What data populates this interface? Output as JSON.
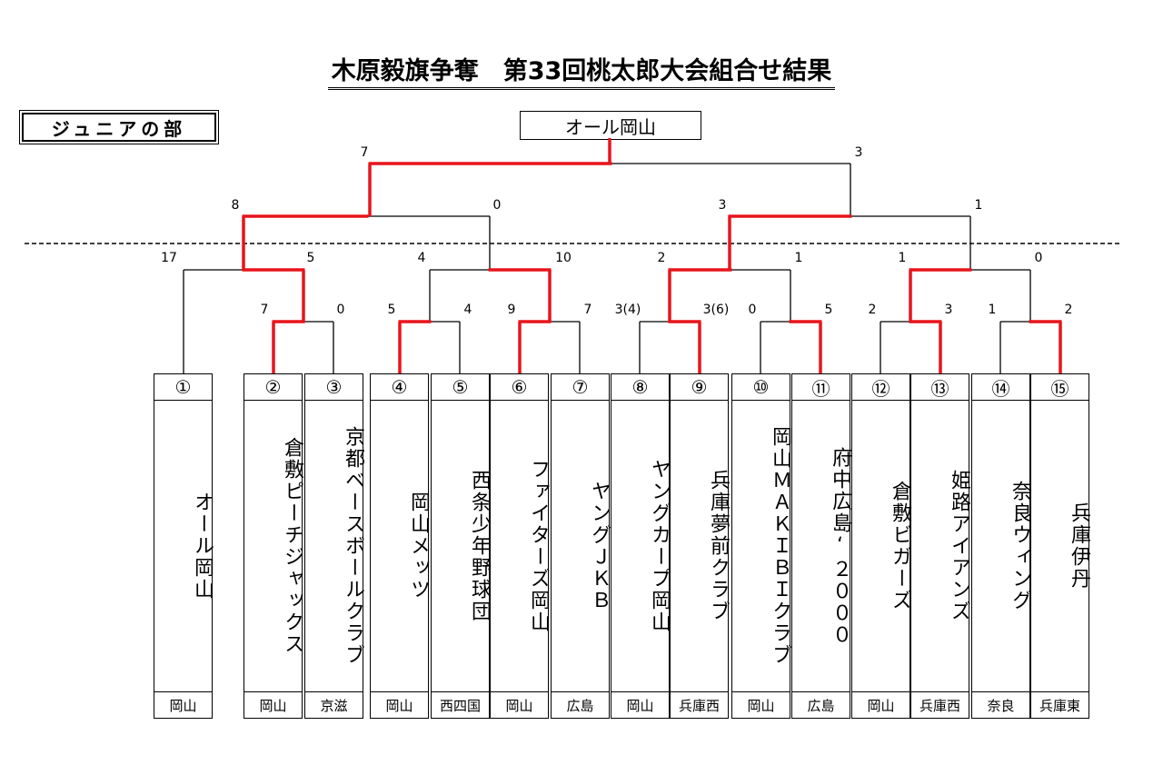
{
  "title": "木原毅旗争奪　第33回桃太郎大会組合せ結果",
  "division": "ジュニアの部",
  "champion": "オール岡山",
  "teams": [
    {
      "num": "①",
      "name": "オール岡山",
      "region": "岡山"
    },
    {
      "num": "②",
      "name": "倉敷ピーチジャックス",
      "region": "岡山"
    },
    {
      "num": "③",
      "name": "京都ベースボールクラブ",
      "region": "京滋"
    },
    {
      "num": "④",
      "name": "岡山メッツ",
      "region": "岡山"
    },
    {
      "num": "⑤",
      "name": "西条少年野球団",
      "region": "西四国"
    },
    {
      "num": "⑥",
      "name": "ファイターズ岡山",
      "region": "岡山"
    },
    {
      "num": "⑦",
      "name": "ヤングＪＫＢ",
      "region": "広島"
    },
    {
      "num": "⑧",
      "name": "ヤングカープ岡山",
      "region": "岡山"
    },
    {
      "num": "⑨",
      "name": "兵庫夢前クラブ",
      "region": "兵庫西"
    },
    {
      "num": "⑩",
      "name": "岡山ＭＡＫＩＢＩクラブ",
      "region": "岡山"
    },
    {
      "num": "⑪",
      "name": "府中広島‘２０００",
      "region": "広島"
    },
    {
      "num": "⑫",
      "name": "倉敷ビガーズ",
      "region": "岡山"
    },
    {
      "num": "⑬",
      "name": "姫路アイアンズ",
      "region": "兵庫西"
    },
    {
      "num": "⑭",
      "name": "奈良ウィング",
      "region": "奈良"
    },
    {
      "num": "⑮",
      "name": "兵庫伊丹",
      "region": "兵庫東"
    }
  ],
  "scores": {
    "r1": [
      "7",
      "0",
      "5",
      "4",
      "9",
      "7",
      "3(4)",
      "3(6)",
      "0",
      "5",
      "2",
      "3",
      "1",
      "2"
    ],
    "r2": [
      "17",
      "5",
      "4",
      "10",
      "2",
      "1",
      "1",
      "0"
    ],
    "r3": [
      "8",
      "0",
      "3",
      "1"
    ],
    "r4": [
      "7",
      "3"
    ]
  }
}
